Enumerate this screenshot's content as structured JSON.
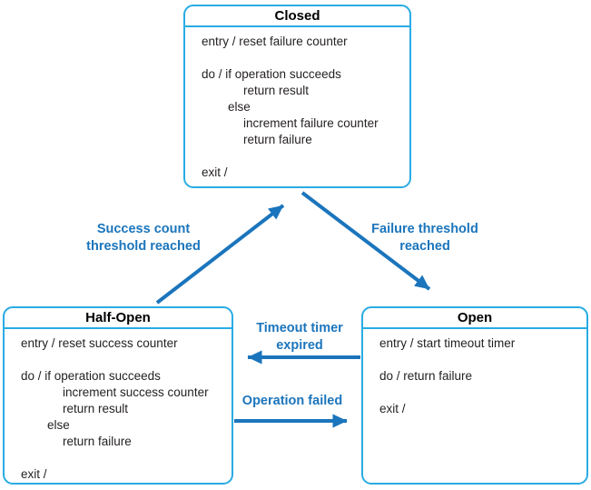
{
  "diagram": "circuit-breaker-state-diagram",
  "colors": {
    "box_border": "#29ACE3",
    "transition": "#1B75BC",
    "body_text": "#231F20",
    "title_text": "#000000"
  },
  "states": [
    {
      "title": "Closed",
      "lines": [
        "entry / reset failure counter",
        "",
        "do / if operation succeeds",
        "return result",
        "else",
        "increment failure counter",
        "return failure",
        "",
        "exit /"
      ]
    },
    {
      "title": "Half-Open",
      "lines": [
        "entry / reset success counter",
        "",
        "do / if operation succeeds",
        "increment success counter",
        "return result",
        "else",
        "return failure",
        "",
        "exit /"
      ]
    },
    {
      "title": "Open",
      "lines": [
        "entry / start timeout timer",
        "",
        "do / return failure",
        "",
        "exit /"
      ]
    }
  ],
  "transitions": [
    {
      "from": "Half-Open",
      "to": "Closed",
      "label_lines": [
        "Success count",
        "threshold reached"
      ]
    },
    {
      "from": "Closed",
      "to": "Open",
      "label_lines": [
        "Failure threshold",
        "reached"
      ]
    },
    {
      "from": "Open",
      "to": "Half-Open",
      "label_lines": [
        "Timeout timer",
        "expired"
      ]
    },
    {
      "from": "Half-Open",
      "to": "Open",
      "label_lines": [
        "Operation failed"
      ]
    }
  ]
}
